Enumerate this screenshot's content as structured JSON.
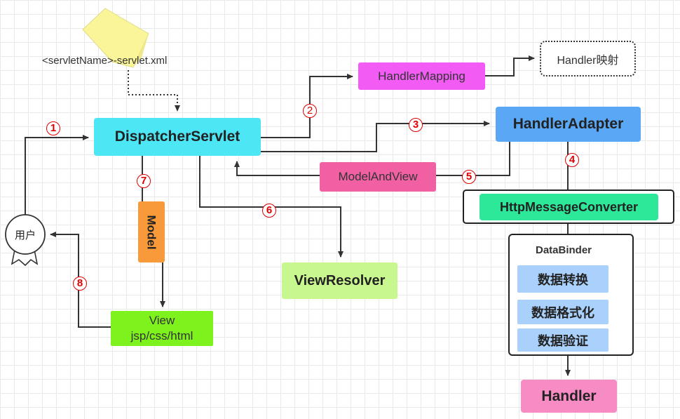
{
  "config_file": "<servletName>-servlet.xml",
  "nodes": {
    "dispatcher": "DispatcherServlet",
    "handler_mapping": "HandlerMapping",
    "handler_mapping_result": "Handler映射",
    "handler_adapter": "HandlerAdapter",
    "model_and_view": "ModelAndView",
    "http_message_converter": "HttpMessageConverter",
    "data_binder": "DataBinder",
    "data_conversion": "数据转换",
    "data_formatting": "数据格式化",
    "data_validation": "数据验证",
    "handler": "Handler",
    "view_resolver": "ViewResolver",
    "model": "Model",
    "view_line1": "View",
    "view_line2": "jsp/css/html",
    "user": "用户"
  },
  "steps": [
    "1",
    "2",
    "3",
    "4",
    "5",
    "6",
    "7",
    "8"
  ],
  "colors": {
    "dispatcher": "#4de6f5",
    "handler_mapping": "#f25cf5",
    "handler_adapter": "#5aa8f5",
    "model_and_view": "#f260a4",
    "http_message_converter": "#2ee89a",
    "data_steps": "#a9d1fb",
    "handler": "#f78cc4",
    "view_resolver": "#c9f78f",
    "model": "#f99a3a",
    "view": "#7ef21d",
    "sticky_note": "#fbf59a",
    "step_marker": "#e00000"
  }
}
